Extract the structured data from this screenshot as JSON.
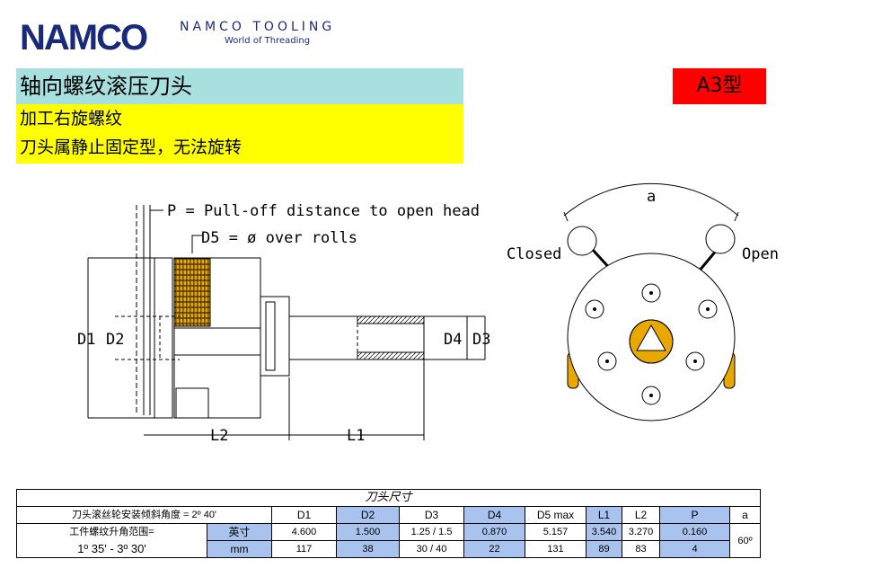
{
  "header": {
    "logo": "NAMCO",
    "brand_name": "NAMCO TOOLING",
    "tagline": "World of Threading"
  },
  "title": "轴向螺纹滚压刀头",
  "type_badge": "A3型",
  "description": [
    "加工右旋螺纹",
    "刀头属静止固定型，无法旋转"
  ],
  "drawing": {
    "p_label": "P = Pull-off distance to open head",
    "d5_label": "D5 = ø over rolls",
    "d1": "D1",
    "d2": "D2",
    "d3": "D3",
    "d4": "D4",
    "l1": "L1",
    "l2": "L2",
    "closed": "Closed",
    "open": "Open",
    "a": "a"
  },
  "table": {
    "caption": "刀头尺寸",
    "tilt_label": "刀头滚丝轮安装倾斜角度 = 2º 40'",
    "helix_label_1": "工件螺纹升角范围=",
    "helix_label_2": "1º 35' - 3º 30'",
    "headers": [
      "D1",
      "D2",
      "D3",
      "D4",
      "D5 max",
      "L1",
      "L2",
      "P",
      "a"
    ],
    "inch_label": "英寸",
    "mm_label": "mm",
    "inch_values": [
      "4.600",
      "1.500",
      "1.25 / 1.5",
      "0.870",
      "5.157",
      "3.540",
      "3.270",
      "0.160"
    ],
    "mm_values": [
      "117",
      "38",
      "30 / 40",
      "22",
      "131",
      "89",
      "83",
      "4"
    ],
    "a_value": "60º"
  }
}
